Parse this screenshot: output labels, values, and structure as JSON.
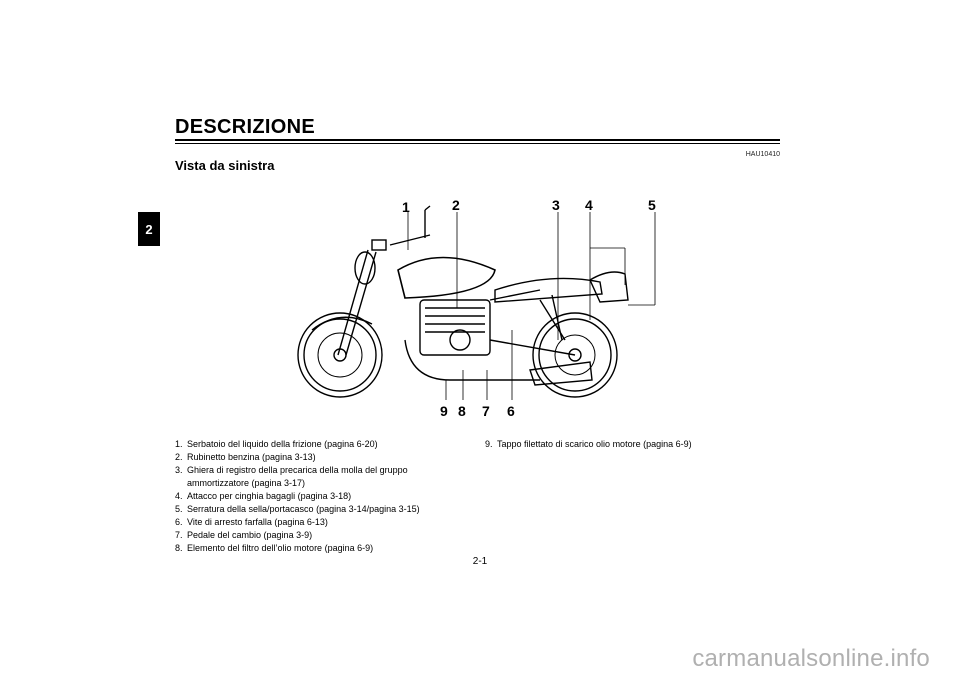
{
  "section_tab": "2",
  "header": {
    "title": "DESCRIZIONE",
    "code": "HAU10410",
    "subtitle": "Vista da sinistra"
  },
  "figure": {
    "callouts_top": [
      "1",
      "2",
      "3",
      "4",
      "5"
    ],
    "callouts_bottom": [
      "9",
      "8",
      "7",
      "6"
    ]
  },
  "legend": {
    "items": [
      {
        "num": "1.",
        "text": "Serbatoio del liquido della frizione (pagina 6-20)"
      },
      {
        "num": "2.",
        "text": "Rubinetto benzina (pagina 3-13)"
      },
      {
        "num": "3.",
        "text": "Ghiera di registro della precarica della molla del gruppo ammortizzatore (pagina 3-17)"
      },
      {
        "num": "4.",
        "text": "Attacco per cinghia bagagli (pagina 3-18)"
      },
      {
        "num": "5.",
        "text": "Serratura della sella/portacasco (pagina 3-14/pagina 3-15)"
      },
      {
        "num": "6.",
        "text": "Vite di arresto farfalla (pagina 6-13)"
      },
      {
        "num": "7.",
        "text": "Pedale del cambio (pagina 3-9)"
      },
      {
        "num": "8.",
        "text": "Elemento del filtro dell’olio motore (pagina 6-9)"
      },
      {
        "num": "9.",
        "text": "Tappo filettato di scarico olio motore (pagina 6-9)"
      }
    ]
  },
  "page_number": "2-1",
  "watermark": "carmanualsonline.info"
}
